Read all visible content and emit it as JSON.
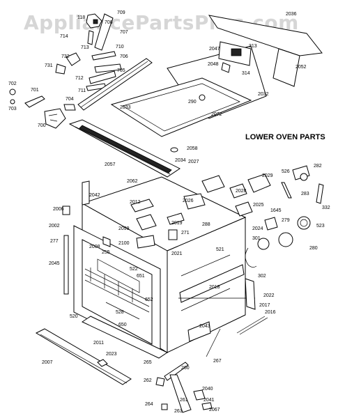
{
  "watermark": "AppliancePartsPros.com",
  "section_title": "LOWER OVEN PARTS",
  "callouts": [
    {
      "id": "c709",
      "text": "709"
    },
    {
      "id": "c118",
      "text": "118"
    },
    {
      "id": "c708",
      "text": "708"
    },
    {
      "id": "c707",
      "text": "707"
    },
    {
      "id": "c714",
      "text": "714"
    },
    {
      "id": "c713",
      "text": "713"
    },
    {
      "id": "c710",
      "text": "710"
    },
    {
      "id": "c732",
      "text": "732"
    },
    {
      "id": "c706",
      "text": "706"
    },
    {
      "id": "c731",
      "text": "731"
    },
    {
      "id": "c712",
      "text": "712"
    },
    {
      "id": "c705",
      "text": "705"
    },
    {
      "id": "c702",
      "text": "702"
    },
    {
      "id": "c711",
      "text": "711"
    },
    {
      "id": "c701",
      "text": "701"
    },
    {
      "id": "c703",
      "text": "703"
    },
    {
      "id": "c704",
      "text": "704"
    },
    {
      "id": "c2033",
      "text": "2033"
    },
    {
      "id": "c700",
      "text": "700"
    },
    {
      "id": "c2036",
      "text": "2036"
    },
    {
      "id": "c2047",
      "text": "2047"
    },
    {
      "id": "c313",
      "text": "313"
    },
    {
      "id": "c2048",
      "text": "2048"
    },
    {
      "id": "c314",
      "text": "314"
    },
    {
      "id": "c2052",
      "text": "2052"
    },
    {
      "id": "c2032",
      "text": "2032"
    },
    {
      "id": "c290",
      "text": "290"
    },
    {
      "id": "c2072",
      "text": "2072"
    },
    {
      "id": "c2058",
      "text": "2058"
    },
    {
      "id": "c2057",
      "text": "2057"
    },
    {
      "id": "c2034",
      "text": "2034"
    },
    {
      "id": "c2027",
      "text": "2027"
    },
    {
      "id": "c2029",
      "text": "2029"
    },
    {
      "id": "c526",
      "text": "526"
    },
    {
      "id": "c282",
      "text": "282"
    },
    {
      "id": "c283",
      "text": "283"
    },
    {
      "id": "c332",
      "text": "332"
    },
    {
      "id": "c2062",
      "text": "2062"
    },
    {
      "id": "c2028",
      "text": "2028"
    },
    {
      "id": "c2042",
      "text": "2042"
    },
    {
      "id": "c2026",
      "text": "2026"
    },
    {
      "id": "c2025",
      "text": "2025"
    },
    {
      "id": "c1645",
      "text": "1645"
    },
    {
      "id": "c2006",
      "text": "2006"
    },
    {
      "id": "c2012",
      "text": "2012"
    },
    {
      "id": "c279",
      "text": "279"
    },
    {
      "id": "c523",
      "text": "523"
    },
    {
      "id": "c2002",
      "text": "2002"
    },
    {
      "id": "c2024",
      "text": "2024"
    },
    {
      "id": "c2099",
      "text": "2099"
    },
    {
      "id": "c2019",
      "text": "2019"
    },
    {
      "id": "c288",
      "text": "288"
    },
    {
      "id": "c271",
      "text": "271"
    },
    {
      "id": "c277",
      "text": "277"
    },
    {
      "id": "c2100",
      "text": "2100"
    },
    {
      "id": "c301",
      "text": "301"
    },
    {
      "id": "c280",
      "text": "280"
    },
    {
      "id": "c2008",
      "text": "2008"
    },
    {
      "id": "c521",
      "text": "521"
    },
    {
      "id": "c2021",
      "text": "2021"
    },
    {
      "id": "c2045",
      "text": "2045"
    },
    {
      "id": "c255",
      "text": "255"
    },
    {
      "id": "c522",
      "text": "522"
    },
    {
      "id": "c651",
      "text": "651"
    },
    {
      "id": "c302",
      "text": "302"
    },
    {
      "id": "c2018",
      "text": "2018"
    },
    {
      "id": "c2022",
      "text": "2022"
    },
    {
      "id": "c652",
      "text": "652"
    },
    {
      "id": "c2017",
      "text": "2017"
    },
    {
      "id": "c528",
      "text": "528"
    },
    {
      "id": "c2016",
      "text": "2016"
    },
    {
      "id": "c520",
      "text": "520"
    },
    {
      "id": "c650",
      "text": "650"
    },
    {
      "id": "c2043",
      "text": "2043"
    },
    {
      "id": "c2011",
      "text": "2011"
    },
    {
      "id": "c2023",
      "text": "2023"
    },
    {
      "id": "c267",
      "text": "267"
    },
    {
      "id": "c2007",
      "text": "2007"
    },
    {
      "id": "c265",
      "text": "265"
    },
    {
      "id": "c260",
      "text": "260"
    },
    {
      "id": "c262",
      "text": "262"
    },
    {
      "id": "c2040",
      "text": "2040"
    },
    {
      "id": "c261",
      "text": "261"
    },
    {
      "id": "c2041",
      "text": "2041"
    },
    {
      "id": "c264",
      "text": "264"
    },
    {
      "id": "c263",
      "text": "263"
    },
    {
      "id": "c2067",
      "text": "2067"
    }
  ]
}
